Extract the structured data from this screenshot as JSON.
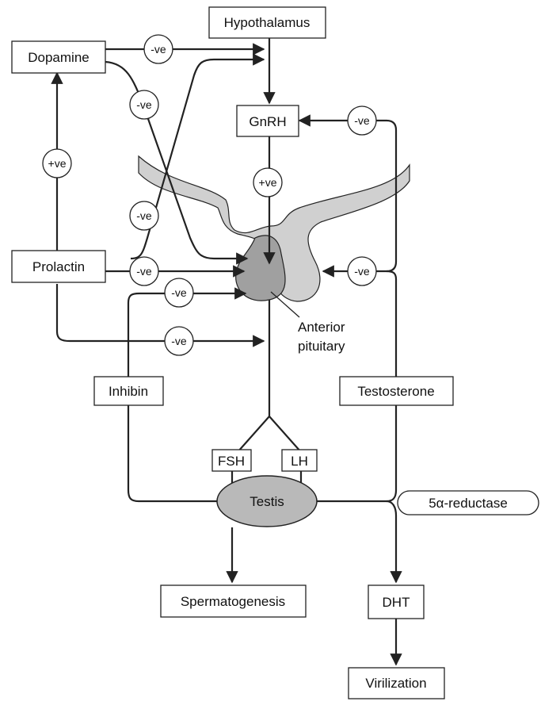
{
  "nodes": {
    "hypothalamus": "Hypothalamus",
    "dopamine": "Dopamine",
    "gnrh": "GnRH",
    "prolactin": "Prolactin",
    "anterior_pituitary": [
      "Anterior",
      "pituitary"
    ],
    "inhibin": "Inhibin",
    "testosterone": "Testosterone",
    "fsh": "FSH",
    "lh": "LH",
    "testis": "Testis",
    "five_alpha_reductase": "5α-reductase",
    "spermatogenesis": "Spermatogenesis",
    "dht": "DHT",
    "virilization": "Virilization"
  },
  "signs": {
    "negative": "-ve",
    "positive": "+ve"
  },
  "colors": {
    "pituitary_shade": "#d0d0d0",
    "anterior_shade": "#a0a0a0",
    "testis_shade": "#b9b9b9",
    "stroke": "#222222"
  }
}
